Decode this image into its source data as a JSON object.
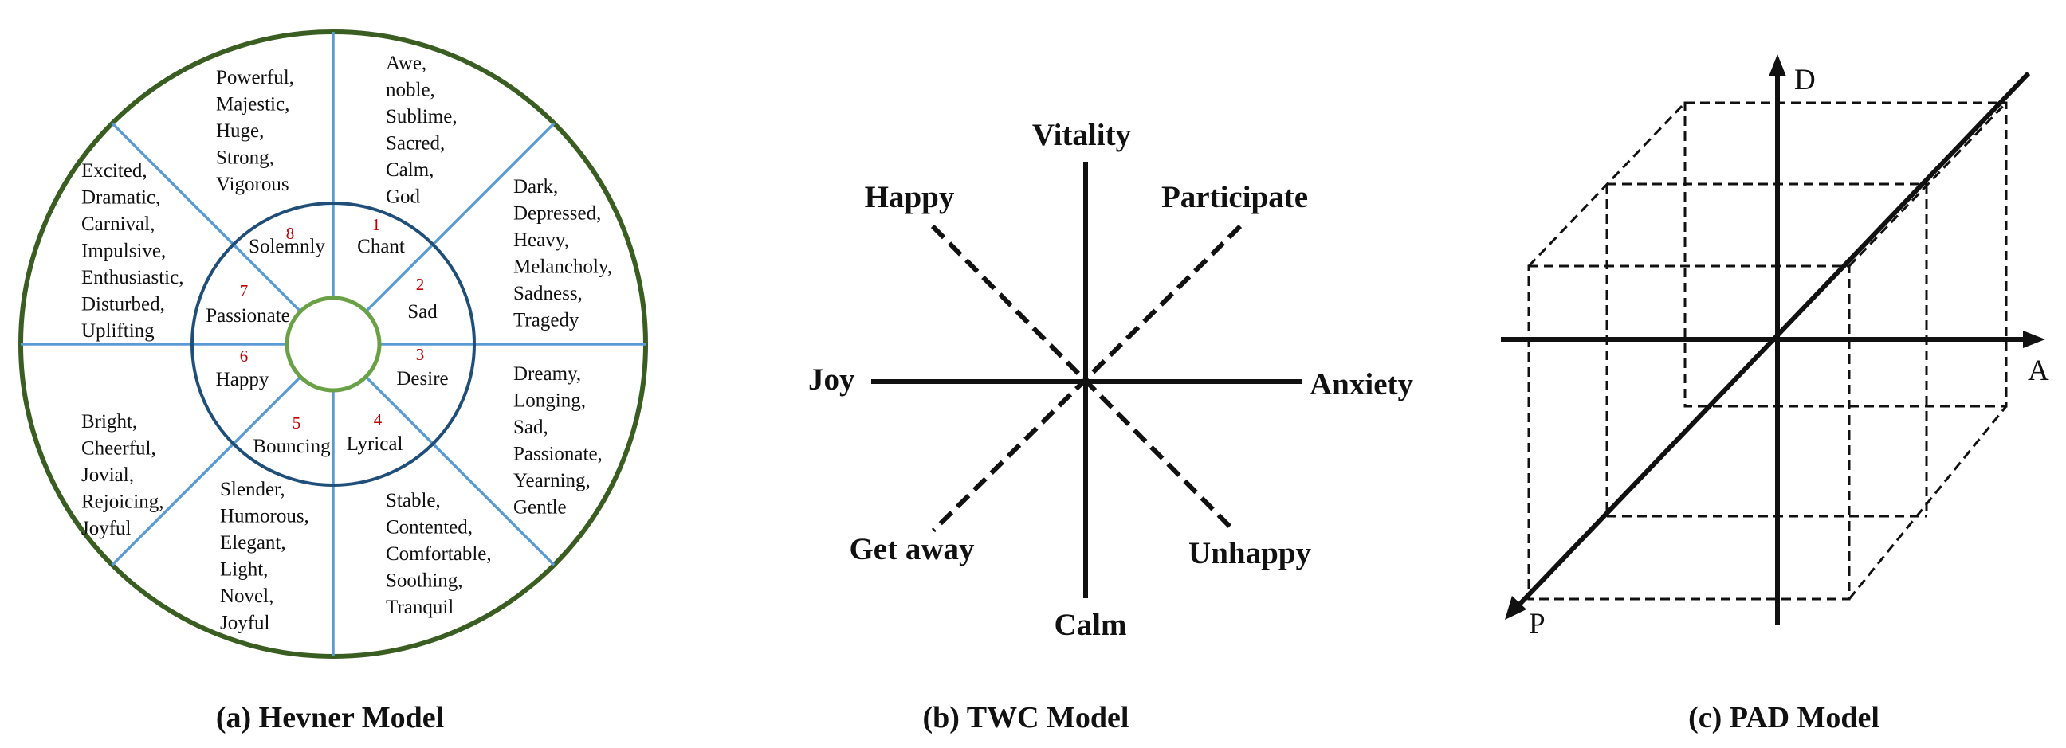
{
  "hevner": {
    "caption": "(a) Hevner Model",
    "colors": {
      "outer_ring": "#3a5e22",
      "middle_ring": "#1f4e79",
      "inner_ring": "#6aa046",
      "spokes": "#5b9bd5",
      "numbers": "#c00000"
    },
    "groups": [
      {
        "num": "1",
        "name": "Chant",
        "words": [
          "Awe,",
          "noble,",
          "Sublime,",
          "Sacred,",
          "Calm,",
          "God"
        ]
      },
      {
        "num": "2",
        "name": "Sad",
        "words": [
          "Dark,",
          "Depressed,",
          "Heavy,",
          "Melancholy,",
          "Sadness,",
          "Tragedy"
        ]
      },
      {
        "num": "3",
        "name": "Desire",
        "words": [
          "Dreamy,",
          "Longing,",
          "Sad,",
          "Passionate,",
          "Yearning,",
          "Gentle"
        ]
      },
      {
        "num": "4",
        "name": "Lyrical",
        "words": [
          "Stable,",
          "Contented,",
          "Comfortable,",
          "Soothing,",
          "Tranquil"
        ]
      },
      {
        "num": "5",
        "name": "Bouncing",
        "words": [
          "Slender,",
          "Humorous,",
          "Elegant,",
          "Light,",
          "Novel,",
          "Joyful"
        ]
      },
      {
        "num": "6",
        "name": "Happy",
        "words": [
          "Bright,",
          "Cheerful,",
          "Jovial,",
          "Rejoicing,",
          "Joyful"
        ]
      },
      {
        "num": "7",
        "name": "Passionate",
        "words": [
          "Excited,",
          "Dramatic,",
          "Carnival,",
          "Impulsive,",
          "Enthusiastic,",
          "Disturbed,",
          "Uplifting"
        ]
      },
      {
        "num": "8",
        "name": "Solemnly",
        "words": [
          "Powerful,",
          "Majestic,",
          "Huge,",
          "Strong,",
          "Vigorous"
        ]
      }
    ]
  },
  "twc": {
    "caption": "(b) TWC Model",
    "labels": {
      "top": "Vitality",
      "bottom": "Calm",
      "left": "Joy",
      "right": "Anxiety",
      "top_left": "Happy",
      "top_right": "Participate",
      "bottom_left": "Get away",
      "bottom_right": "Unhappy"
    }
  },
  "pad": {
    "caption": "(c) PAD Model",
    "axes": {
      "d": "D",
      "a": "A",
      "p": "P"
    }
  }
}
